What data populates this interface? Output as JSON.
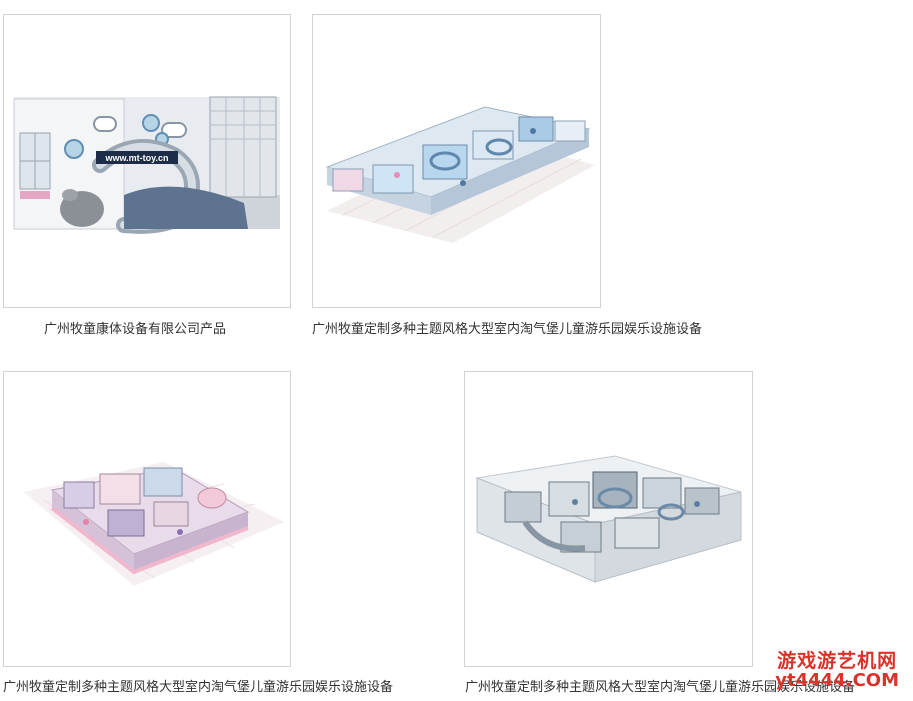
{
  "products": [
    {
      "caption": "广州牧童康体设备有限公司产品",
      "image_label": "www.mt-toy.cn",
      "image_subject": "indoor-playground-slide-structure"
    },
    {
      "caption": "广州牧童定制多种主题风格大型室内淘气堡儿童游乐园娱乐设施设备",
      "image_subject": "indoor-playground-blue-theme-render"
    },
    {
      "caption": "广州牧童定制多种主题风格大型室内淘气堡儿童游乐园娱乐设施设备",
      "image_subject": "indoor-playground-pink-theme-render"
    },
    {
      "caption": "广州牧童定制多种主题风格大型室内淘气堡儿童游乐园娱乐设施设备",
      "image_subject": "indoor-playground-grey-theme-render"
    }
  ],
  "watermark": {
    "line1": "游戏游艺机网",
    "line2": "yt4444.COM",
    "color": "#d9342b"
  },
  "colors": {
    "border": "#d2d2d2",
    "caption_text": "#333333"
  }
}
